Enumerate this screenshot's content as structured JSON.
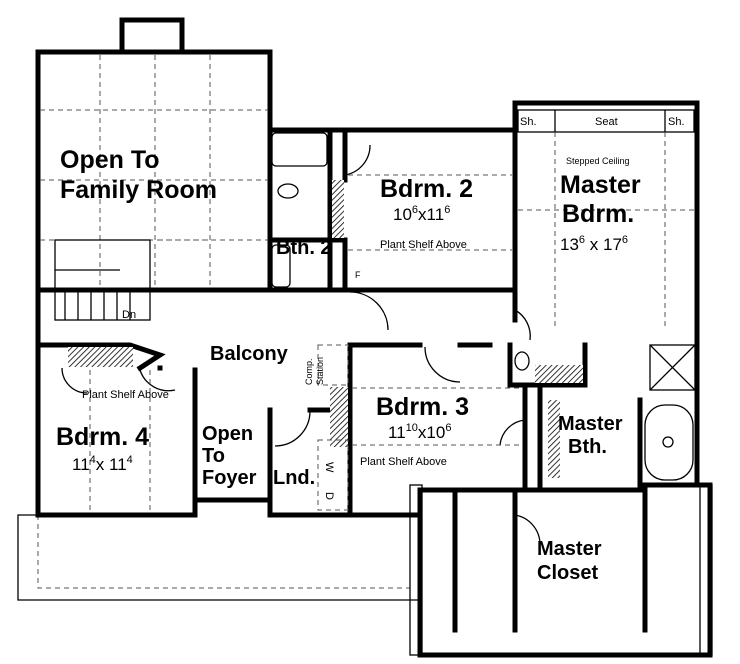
{
  "rooms": {
    "family": {
      "line1": "Open To",
      "line2": "Family Room"
    },
    "bdrm2": {
      "name": "Bdrm. 2",
      "dim_a": "10",
      "dim_a_sup": "6",
      "dim_b": "11",
      "dim_b_sup": "6",
      "note": "Plant Shelf Above"
    },
    "bath2": {
      "name": "Bth. 2",
      "closet": "F"
    },
    "master": {
      "name1": "Master",
      "name2": "Bdrm.",
      "dim_a": "13",
      "dim_a_sup": "6",
      "dim_b": "17",
      "dim_b_sup": "6",
      "ceiling": "Stepped Ceiling",
      "shelf_left": "Sh.",
      "seat": "Seat",
      "shelf_right": "Sh."
    },
    "balcony": {
      "name": "Balcony",
      "stairs": "Dn",
      "comp1": "Comp.",
      "comp2": "Station"
    },
    "bdrm4": {
      "name": "Bdrm. 4",
      "dim_a": "11",
      "dim_a_sup": "4",
      "dim_b": "11",
      "dim_b_sup": "4",
      "note": "Plant Shelf Above"
    },
    "foyer": {
      "line1": "Open",
      "line2": "To",
      "line3": "Foyer"
    },
    "laundry": {
      "name": "Lnd.",
      "washer": "W",
      "dryer": "D"
    },
    "bdrm3": {
      "name": "Bdrm. 3",
      "dim_a": "11",
      "dim_a_sup": "10",
      "dim_b": "10",
      "dim_b_sup": "6",
      "note": "Plant Shelf Above"
    },
    "master_bath": {
      "line1": "Master",
      "line2": "Bth."
    },
    "master_closet": {
      "line1": "Master",
      "line2": "Closet"
    }
  }
}
